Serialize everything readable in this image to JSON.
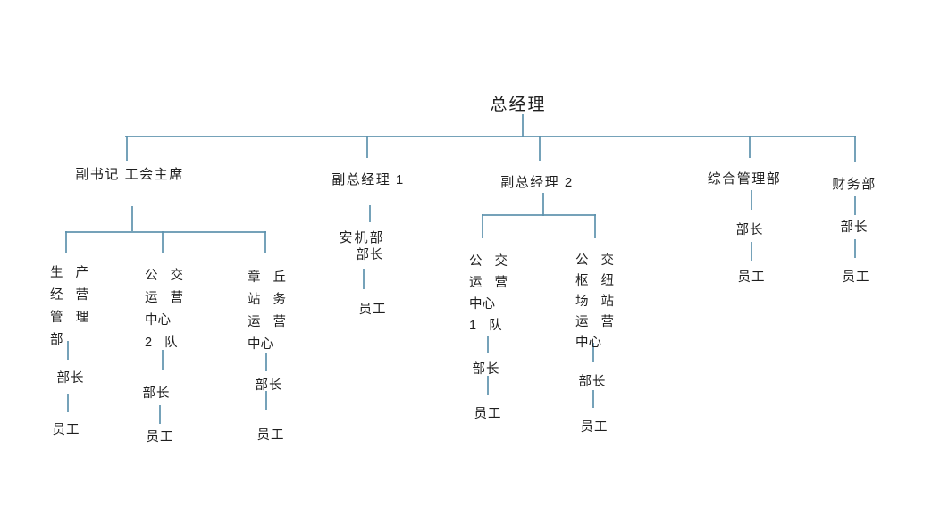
{
  "colors": {
    "line": "#5d92ad",
    "text": "#1f1f1f",
    "background": "#ffffff"
  },
  "title": {
    "text": "总经理"
  },
  "roles": {
    "manager": "部长",
    "staff": "员工"
  },
  "level2": {
    "deputy_secretary": {
      "line1": "副书记",
      "line2": "工会主席"
    },
    "vp1": {
      "label": "副总经理 1"
    },
    "vp2": {
      "label": "副总经理 2"
    },
    "general_admin": {
      "label": "综合管理部"
    },
    "finance": {
      "label": "财务部"
    }
  },
  "departments": {
    "production": {
      "lines": [
        "生 产",
        "经 营",
        "管 理",
        "部"
      ]
    },
    "bus_ops_2": {
      "lines": [
        "公 交",
        "运 营",
        "中心",
        "2 队"
      ]
    },
    "zhangqiu": {
      "lines": [
        "章 丘",
        "站 务",
        "运 营",
        "中心"
      ]
    },
    "anji": {
      "label": "安机部"
    },
    "bus_ops_1": {
      "lines": [
        "公 交",
        "运 营",
        "中心",
        "1 队"
      ]
    },
    "hub_station": {
      "lines": [
        "公 交",
        "枢 纽",
        "场 站",
        "运 营",
        "中心"
      ]
    }
  }
}
